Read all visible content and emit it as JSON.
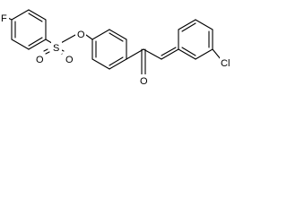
{
  "molecule": {
    "atoms": [
      {
        "id": "f",
        "symbol": "F"
      },
      {
        "id": "s",
        "symbol": "S"
      },
      {
        "id": "o-sulfonyl-1",
        "symbol": "O"
      },
      {
        "id": "o-sulfonyl-2",
        "symbol": "O"
      },
      {
        "id": "o-ester",
        "symbol": "O"
      },
      {
        "id": "o-ketone",
        "symbol": "O"
      },
      {
        "id": "cl",
        "symbol": "Cl"
      }
    ]
  },
  "colors": {
    "bond": "#000000",
    "background": "#ffffff"
  }
}
